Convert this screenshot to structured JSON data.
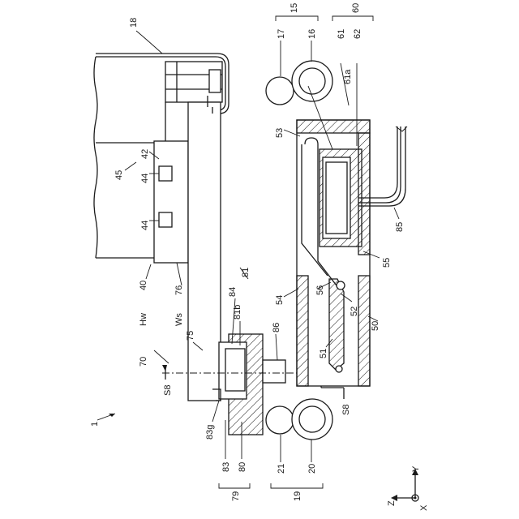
{
  "figure_number": "1",
  "labels": {
    "n15": "15",
    "n16": "16",
    "n17": "17",
    "n18": "18",
    "n60": "60",
    "n61": "61",
    "n62": "62",
    "n61a": "61a",
    "n42": "42",
    "n44a": "44",
    "n44b": "44",
    "n45": "45",
    "n53": "53",
    "n85": "85",
    "n55": "55",
    "n40": "40",
    "nHw": "Hw",
    "n76": "76",
    "nWs": "Ws",
    "n81": "81",
    "n81b": "81b",
    "n84": "84",
    "n70": "70",
    "n75": "75",
    "n86": "86",
    "n54": "54",
    "n56": "56",
    "n52": "52",
    "n51": "51",
    "n50": "50",
    "nS8a": "S8",
    "nS8b": "S8",
    "n83g": "83g",
    "n83": "83",
    "n80": "80",
    "n79": "79",
    "n21": "21",
    "n20": "20",
    "n19": "19",
    "axisX": "X",
    "axisY": "Y",
    "axisZ": "Z"
  }
}
